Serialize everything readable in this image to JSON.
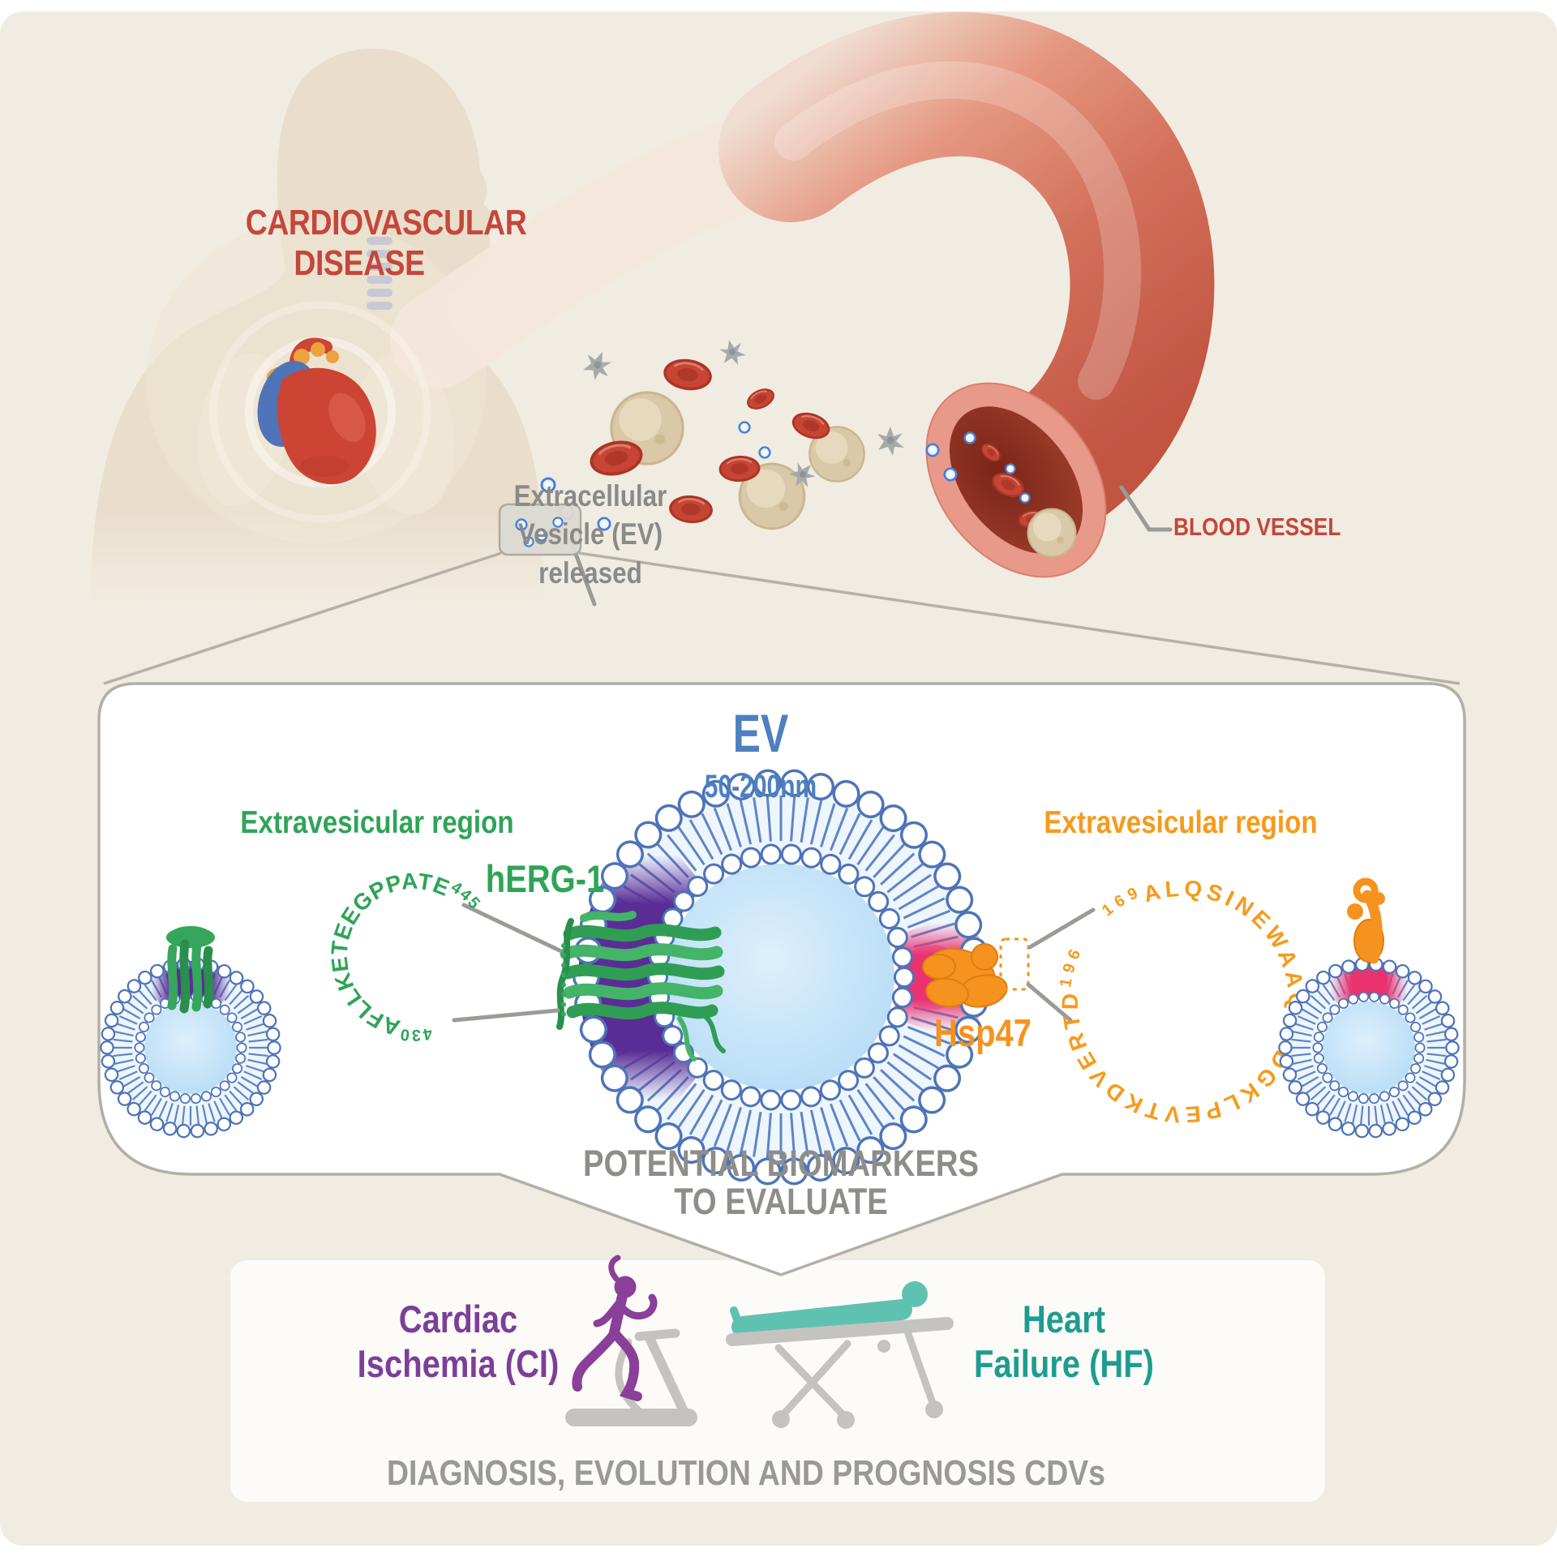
{
  "colors": {
    "background": "#f1ece2",
    "panel_white": "#ffffff",
    "accent_red": "#c5463a",
    "ev_blue": "#4d80bf",
    "herg_green": "#2fa457",
    "hsp_orange": "#f59b1b",
    "ci_purple": "#7c3f98",
    "hf_teal": "#1d9c8f",
    "gray_text": "#8a8a88",
    "membrane_blue": "#4d74b8",
    "membrane_purple": "#5a2d96",
    "membrane_pink": "#e8336e"
  },
  "header": {
    "disease_label": "CARDIOVASCULAR DISEASE",
    "ev_released_label": "Extracellular Vesicle (EV) released",
    "blood_vessel_label": "BLOOD VESSEL"
  },
  "ev_panel": {
    "ev_title": "EV",
    "ev_size": "50-200nm",
    "left": {
      "region": "Extravesicular region",
      "protein": "hERG-1",
      "seq_start": "430",
      "seq": "AFLLKETEEGPPATE",
      "seq_end": "445"
    },
    "right": {
      "region": "Extravesicular region",
      "protein": "Hsp47",
      "seq_start": "169",
      "seq": "ALQSINEWAAQTTDGKLPEVTKDVERTD",
      "seq_end": "196"
    },
    "biomarkers_line1": "POTENTIAL BIOMARKERS",
    "biomarkers_line2": "TO EVALUATE"
  },
  "outcomes": {
    "cardiac_line1": "Cardiac",
    "cardiac_line2": "Ischemia (CI)",
    "heart_line1": "Heart",
    "heart_line2": "Failure (HF)",
    "footer": "DIAGNOSIS, EVOLUTION AND PROGNOSIS CDVs"
  },
  "icons": [
    "human-silhouette",
    "anatomical-heart-icon",
    "trachea-icon",
    "blood-vessel-tube",
    "vessel-opening",
    "red-blood-cell-icon",
    "white-blood-cell-icon",
    "platelet-icon",
    "ev-dot-icon",
    "ev-release-box",
    "extracellular-vesicle",
    "lipid-bilayer",
    "herg1-channel-protein-icon",
    "hsp47-protein-icon",
    "treadmill-runner-icon",
    "patient-stretcher-icon"
  ]
}
